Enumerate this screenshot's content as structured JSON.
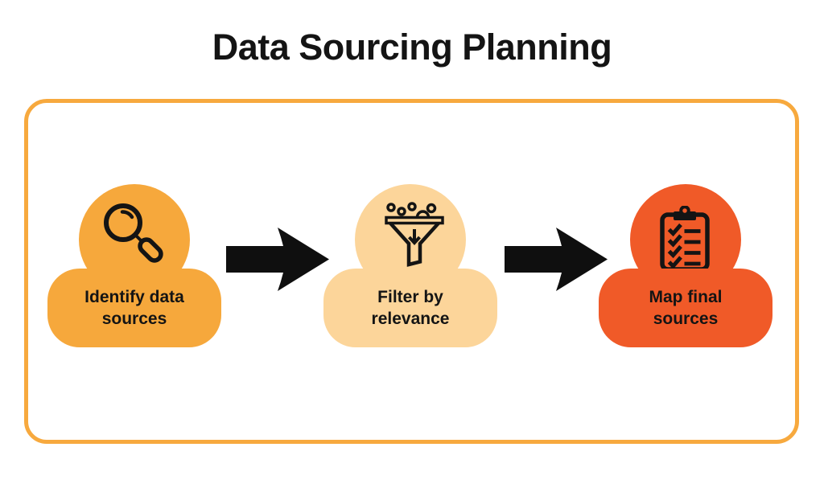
{
  "title": "Data Sourcing Planning",
  "diagram": {
    "type": "process-flow",
    "direction": "left-to-right",
    "steps": [
      {
        "order": 1,
        "label": "Identify data sources",
        "label_lines": [
          "Identify data",
          "sources"
        ],
        "icon": "magnifier-icon",
        "fill": "#F6A83C"
      },
      {
        "order": 2,
        "label": "Filter by relevance",
        "label_lines": [
          "Filter by",
          "relevance"
        ],
        "icon": "funnel-icon",
        "fill": "#FCD59A"
      },
      {
        "order": 3,
        "label": "Map final sources",
        "label_lines": [
          "Map final",
          "sources"
        ],
        "icon": "clipboard-checklist-icon",
        "fill": "#F05A28"
      }
    ],
    "connectors": [
      {
        "from": 1,
        "to": 2,
        "shape": "arrow-right",
        "color": "#0F0F0F"
      },
      {
        "from": 2,
        "to": 3,
        "shape": "arrow-right",
        "color": "#0F0F0F"
      }
    ]
  },
  "colors": {
    "background": "#FFFFFF",
    "frame_border": "#F7A93E",
    "ink": "#141414",
    "arrow": "#0F0F0F",
    "step1_fill": "#F6A83C",
    "step2_fill": "#FCD59A",
    "step3_fill": "#F05A28"
  }
}
